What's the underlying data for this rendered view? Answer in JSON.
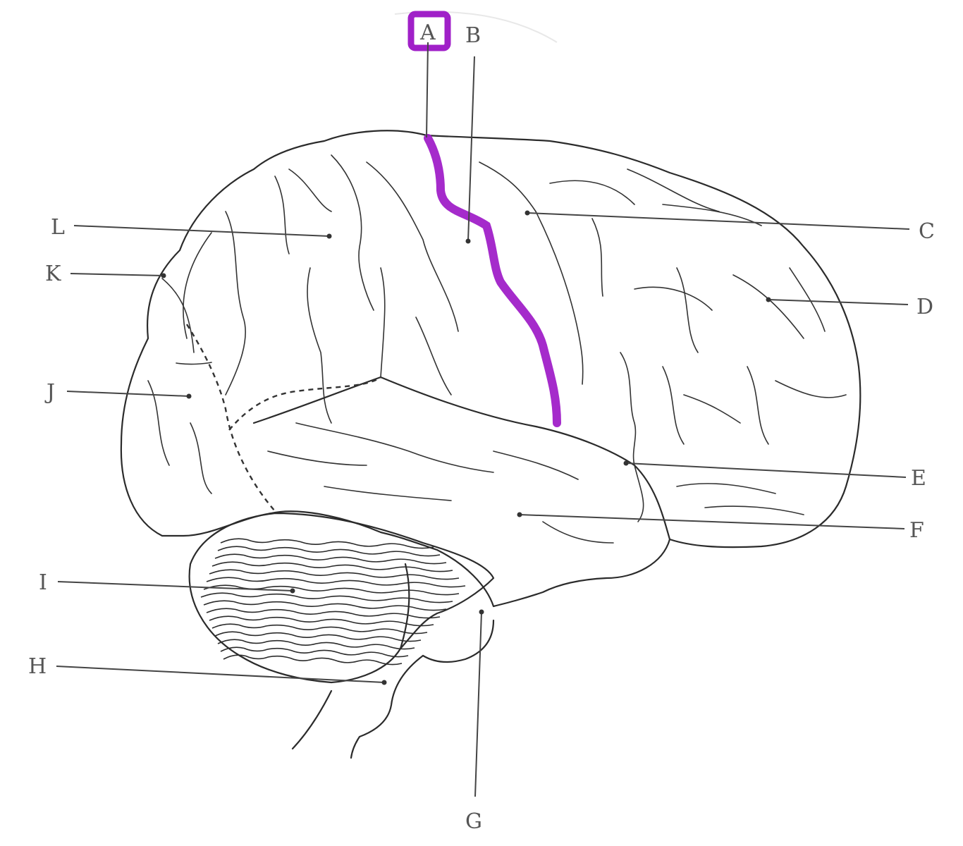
{
  "labels": {
    "A": "A",
    "B": "B",
    "C": "C",
    "D": "D",
    "E": "E",
    "F": "F",
    "G": "G",
    "H": "H",
    "I": "I",
    "J": "J",
    "K": "K",
    "L": "L"
  },
  "highlight": {
    "color": "#a020c8",
    "highlighted_label": "A"
  }
}
